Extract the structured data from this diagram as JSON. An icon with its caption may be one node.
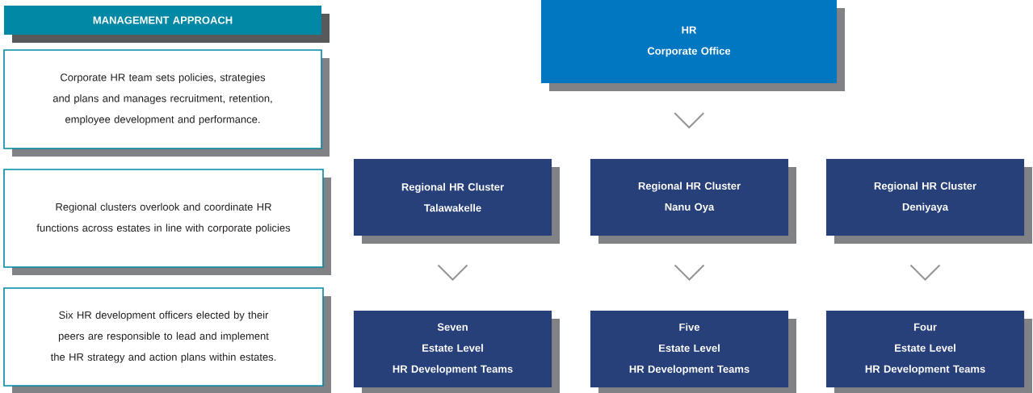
{
  "diagram": {
    "nodes": [
      {
        "text": [
          "MANAGEMENT APPROACH"
        ]
      },
      {
        "text": [
          "Corporate HR team sets policies, strategies and plans and manages recruitment, retention, employee development and performance."
        ]
      },
      {
        "text": [
          "Regional clusters overlook and coordinate HR functions across estates in line with corporate policies"
        ]
      },
      {
        "text": [
          "Six HR development officers elected by their peers are responsible to lead and implement the HR strategy and action plans within estates."
        ]
      },
      {
        "text": [
          "HR",
          "Corporate Office"
        ]
      },
      {
        "text": [
          "Regional HR Cluster",
          "Talawakelle"
        ]
      },
      {
        "text": [
          "Regional HR Cluster",
          "Nanu Oya"
        ]
      },
      {
        "text": [
          "Regional HR Cluster",
          "Deniyaya"
        ]
      },
      {
        "text": [
          "Seven",
          "Estate Level",
          "HR Development Teams"
        ]
      },
      {
        "text": [
          "Five",
          "Estate Level",
          "HR Development Teams"
        ]
      },
      {
        "text": [
          "Four",
          "Estate Level",
          "HR Development Teams"
        ]
      }
    ],
    "edges": [
      {
        "from": 4,
        "to": 6,
        "arrow": "to"
      },
      {
        "from": 5,
        "to": 8,
        "arrow": "to"
      },
      {
        "from": 6,
        "to": 9,
        "arrow": "to"
      },
      {
        "from": 7,
        "to": 10,
        "arrow": "to"
      }
    ]
  }
}
